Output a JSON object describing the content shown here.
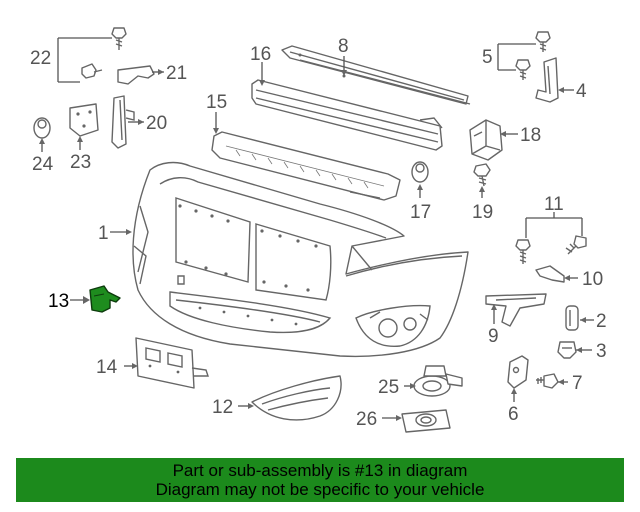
{
  "diagram": {
    "labels": [
      {
        "id": "1",
        "text": "1"
      },
      {
        "id": "2",
        "text": "2"
      },
      {
        "id": "3",
        "text": "3"
      },
      {
        "id": "4",
        "text": "4"
      },
      {
        "id": "5",
        "text": "5"
      },
      {
        "id": "6",
        "text": "6"
      },
      {
        "id": "7",
        "text": "7"
      },
      {
        "id": "8",
        "text": "8"
      },
      {
        "id": "9",
        "text": "9"
      },
      {
        "id": "10",
        "text": "10"
      },
      {
        "id": "11",
        "text": "11"
      },
      {
        "id": "12",
        "text": "12"
      },
      {
        "id": "13",
        "text": "13"
      },
      {
        "id": "14",
        "text": "14"
      },
      {
        "id": "15",
        "text": "15"
      },
      {
        "id": "16",
        "text": "16"
      },
      {
        "id": "17",
        "text": "17"
      },
      {
        "id": "18",
        "text": "18"
      },
      {
        "id": "19",
        "text": "19"
      },
      {
        "id": "20",
        "text": "20"
      },
      {
        "id": "21",
        "text": "21"
      },
      {
        "id": "22",
        "text": "22"
      },
      {
        "id": "23",
        "text": "23"
      },
      {
        "id": "24",
        "text": "24"
      },
      {
        "id": "25",
        "text": "25"
      },
      {
        "id": "26",
        "text": "26"
      }
    ],
    "highlighted_part": "13",
    "highlight_color": "#1e8c1e"
  },
  "banner": {
    "line1": "Part or sub-assembly is #13 in diagram",
    "line2": "Diagram may not be specific to your vehicle",
    "background": "#1c8a1c"
  }
}
